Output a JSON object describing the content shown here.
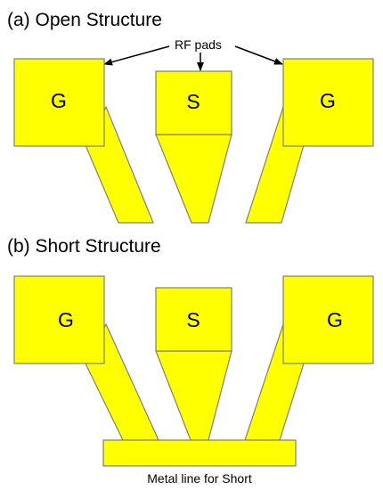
{
  "panel_a": {
    "title": "(a)  Open Structure",
    "callout": "RF pads",
    "pads": {
      "left": "G",
      "center": "S",
      "right": "G"
    }
  },
  "panel_b": {
    "title": "(b)  Short Structure",
    "pads": {
      "left": "G",
      "center": "S",
      "right": "G"
    },
    "short_label": "Metal line for Short"
  },
  "colors": {
    "pad_fill": "#ffff00",
    "pad_stroke": "#7f7f7f"
  }
}
